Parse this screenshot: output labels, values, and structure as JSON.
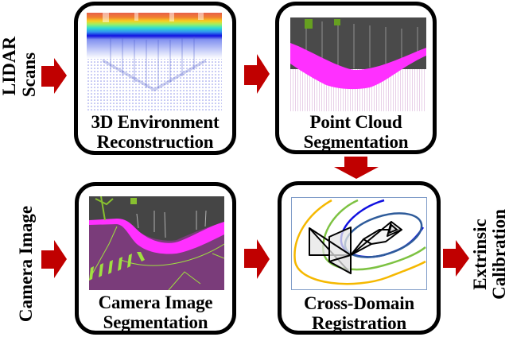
{
  "colors": {
    "arrow": "#c00000",
    "border": "#000000",
    "contour_orange": "#f5b800",
    "contour_green": "#7dc242",
    "contour_blue": "#1010e0",
    "contour_navy": "#2e5b9a",
    "panel_frame": "#7f9cc8",
    "segment_magenta": "#ff30ff",
    "segment_purple": "#7a3c7a",
    "segment_lime": "#a0e040",
    "segment_sky": "#454545"
  },
  "inputs": {
    "lidar": {
      "line1": "LIDAR",
      "line2": "Scans"
    },
    "camera": {
      "line1": "Camera Image"
    }
  },
  "output": {
    "line1": "Extrinsic",
    "line2": "Calibration"
  },
  "boxes": [
    {
      "id": "reconstruction",
      "line1": "3D Environment",
      "line2": "Reconstruction",
      "image": "rainbow-lidar-point-cloud"
    },
    {
      "id": "pc-segmentation",
      "line1": "Point Cloud",
      "line2": "Segmentation",
      "image": "segmented-point-cloud"
    },
    {
      "id": "cam-segmentation",
      "line1": "Camera Image",
      "line2": "Segmentation",
      "image": "segmented-camera-image"
    },
    {
      "id": "registration",
      "line1": "Cross-Domain",
      "line2": "Registration",
      "image": "contour-optimization-plot"
    }
  ],
  "arrows": [
    {
      "id": "lidar-to-reconstruction",
      "direction": "right"
    },
    {
      "id": "reconstruction-to-segmentation",
      "direction": "right"
    },
    {
      "id": "pc-segmentation-to-registration",
      "direction": "down"
    },
    {
      "id": "camera-to-segmentation",
      "direction": "right"
    },
    {
      "id": "cam-segmentation-to-registration",
      "direction": "right"
    },
    {
      "id": "registration-to-calibration",
      "direction": "right"
    }
  ]
}
